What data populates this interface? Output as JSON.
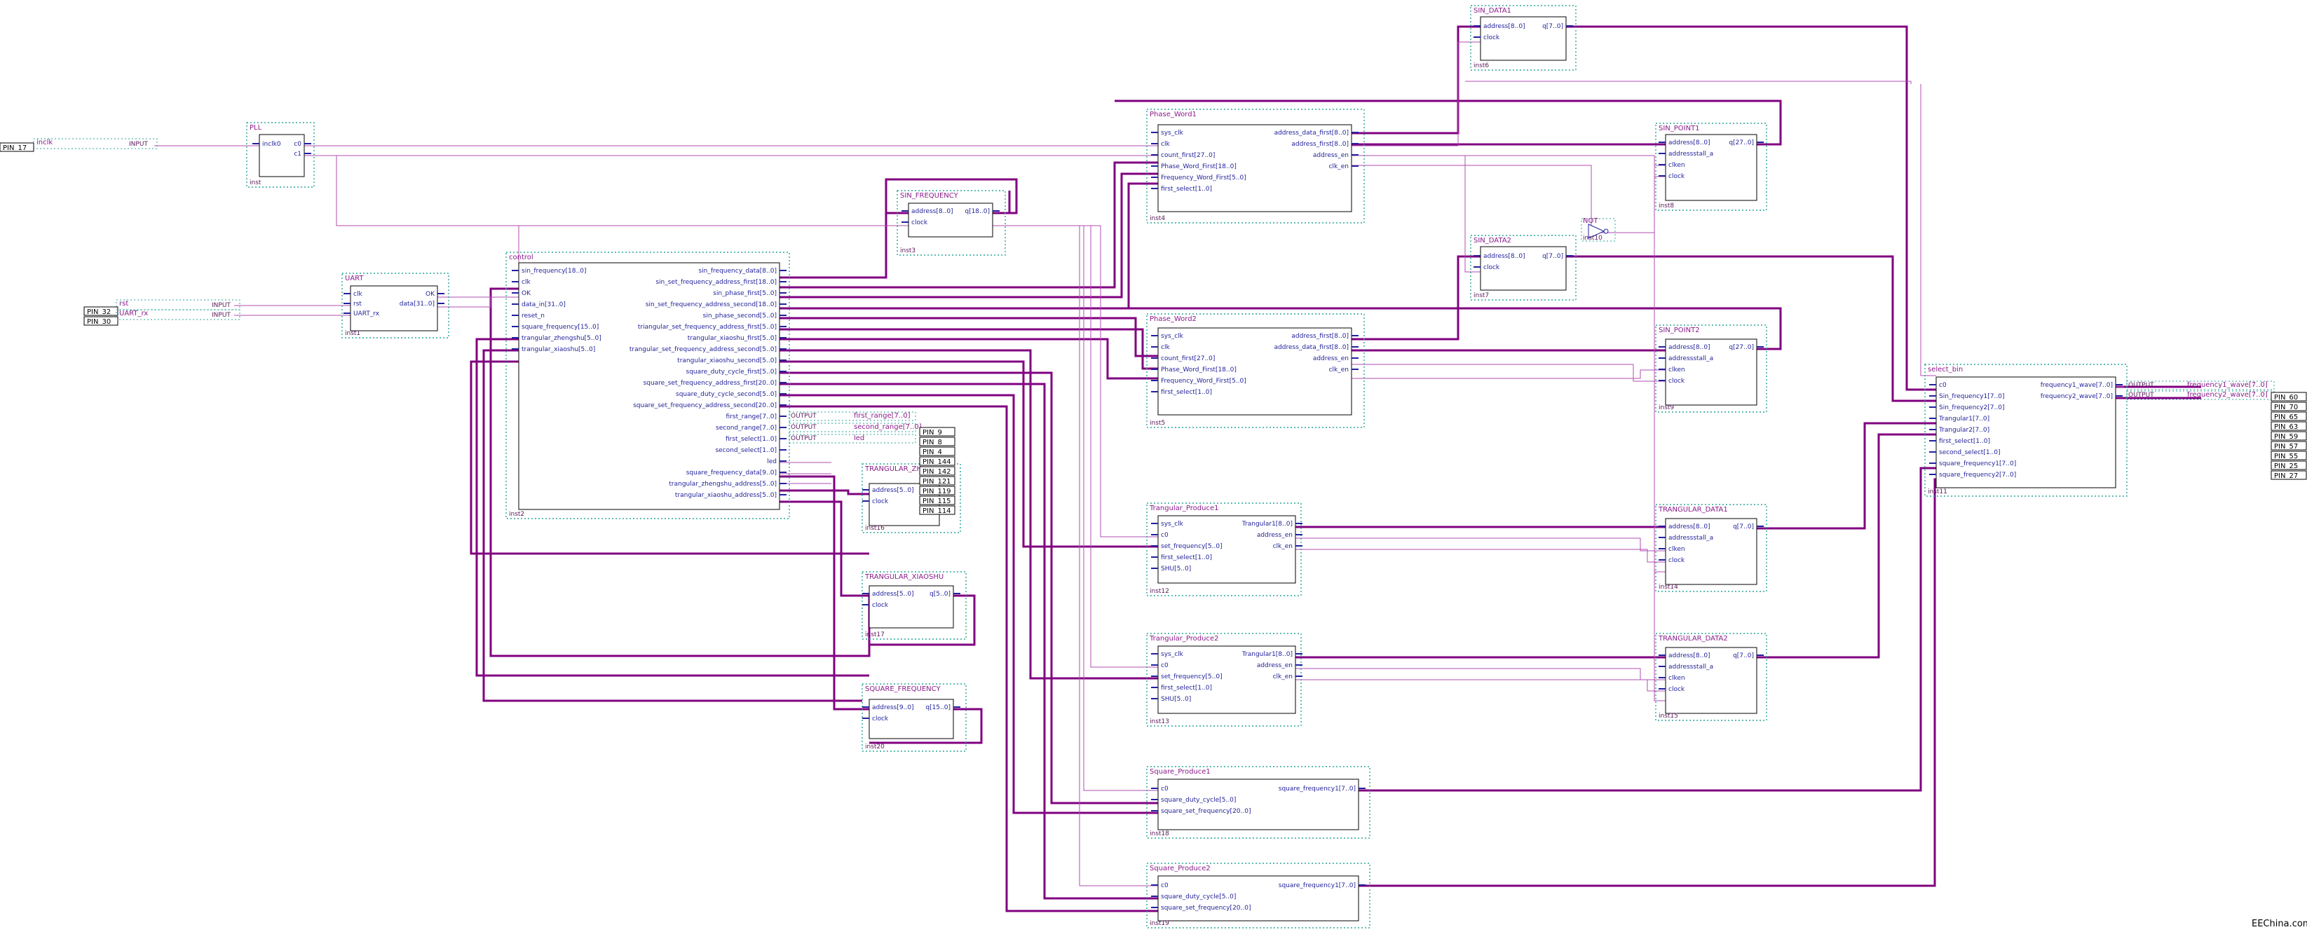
{
  "watermark": "EEChina.com",
  "colors": {
    "bus": "#800080",
    "wire": "#b24db2",
    "box": "#000000",
    "dotted": "#2aa69a",
    "port": "#2020a0"
  },
  "blocks": [
    {
      "id": "pll",
      "title": "PLL",
      "inst": "inst",
      "ports_left": [
        "inclk0"
      ],
      "ports_right": [
        "c0",
        "c1"
      ]
    },
    {
      "id": "uart",
      "title": "UART",
      "inst": "inst1",
      "ports_left": [
        "clk",
        "rst",
        "UART_rx"
      ],
      "ports_right": [
        "OK",
        "data[31..0]"
      ]
    },
    {
      "id": "control",
      "title": "control",
      "inst": "inst2",
      "ports_left": [
        "sin_frequency[18..0]",
        "clk",
        "OK",
        "data_in[31..0]",
        "reset_n",
        "square_frequency[15..0]",
        "trangular_zhengshu[5..0]",
        "trangular_xiaoshu[5..0]"
      ],
      "ports_right": [
        "sin_frequency_data[8..0]",
        "sin_set_frequency_address_first[18..0]",
        "sin_phase_first[5..0]",
        "sin_set_frequency_address_second[18..0]",
        "sin_phase_second[5..0]",
        "triangular_set_frequency_address_first[5..0]",
        "trangular_xiaoshu_first[5..0]",
        "trangular_set_frequency_address_second[5..0]",
        "trangular_xiaoshu_second[5..0]",
        "square_duty_cycle_first[5..0]",
        "square_set_frequency_address_first[20..0]",
        "square_duty_cycle_second[5..0]",
        "square_set_frequency_address_second[20..0]",
        "first_range[7..0]",
        "second_range[7..0]",
        "first_select[1..0]",
        "second_select[1..0]",
        "led",
        "square_frequency_data[9..0]",
        "trangular_zhengshu_address[5..0]",
        "trangular_xiaoshu_address[5..0]"
      ]
    },
    {
      "id": "sinfreq",
      "title": "SIN_FREQUENCY",
      "inst": "inst3",
      "ports_left": [
        "address[8..0]",
        "clock"
      ],
      "ports_right": [
        "q[18..0]"
      ]
    },
    {
      "id": "trizheng",
      "title": "TRANGULAR_ZH",
      "inst": "inst16",
      "ports_left": [
        "address[5..0]",
        "clock"
      ],
      "ports_right": []
    },
    {
      "id": "trixiao",
      "title": "TRANGULAR_XIAOSHU",
      "inst": "inst17",
      "ports_left": [
        "address[5..0]",
        "clock"
      ],
      "ports_right": [
        "q[5..0]"
      ]
    },
    {
      "id": "sqfreq",
      "title": "SQUARE_FREQUENCY",
      "inst": "inst20",
      "ports_left": [
        "address[9..0]",
        "clock"
      ],
      "ports_right": [
        "q[15..0]"
      ]
    },
    {
      "id": "pw1",
      "title": "Phase_Word1",
      "inst": "inst4",
      "ports_left": [
        "sys_clk",
        "clk",
        "count_first[27..0]",
        "Phase_Word_First[18..0]",
        "Frequency_Word_First[5..0]",
        "first_select[1..0]"
      ],
      "ports_right": [
        "address_data_first[8..0]",
        "address_first[8..0]",
        "address_en",
        "clk_en"
      ]
    },
    {
      "id": "pw2",
      "title": "Phase_Word2",
      "inst": "inst5",
      "ports_left": [
        "sys_clk",
        "clk",
        "count_first[27..0]",
        "Phase_Word_First[18..0]",
        "Frequency_Word_First[5..0]",
        "first_select[1..0]"
      ],
      "ports_right": [
        "address_first[8..0]",
        "address_data_first[8..0]",
        "address_en",
        "clk_en"
      ]
    },
    {
      "id": "tp1",
      "title": "Trangular_Produce1",
      "inst": "inst12",
      "ports_left": [
        "sys_clk",
        "c0",
        "set_frequency[5..0]",
        "first_select[1..0]",
        "SHU[5..0]"
      ],
      "ports_right": [
        "Trangular1[8..0]",
        "address_en",
        "clk_en"
      ]
    },
    {
      "id": "tp2",
      "title": "Trangular_Produce2",
      "inst": "inst13",
      "ports_left": [
        "sys_clk",
        "c0",
        "set_frequency[5..0]",
        "first_select[1..0]",
        "SHU[5..0]"
      ],
      "ports_right": [
        "Trangular1[8..0]",
        "address_en",
        "clk_en"
      ]
    },
    {
      "id": "sp1",
      "title": "Square_Produce1",
      "inst": "inst18",
      "ports_left": [
        "c0",
        "square_duty_cycle[5..0]",
        "square_set_frequency[20..0]"
      ],
      "ports_right": [
        "square_frequency1[7..0]"
      ]
    },
    {
      "id": "sp2",
      "title": "Square_Produce2",
      "inst": "inst19",
      "ports_left": [
        "c0",
        "square_duty_cycle[5..0]",
        "square_set_frequency[20..0]"
      ],
      "ports_right": [
        "square_frequency1[7..0]"
      ]
    },
    {
      "id": "sind1",
      "title": "SIN_DATA1",
      "inst": "inst6",
      "ports_left": [
        "address[8..0]",
        "clock"
      ],
      "ports_right": [
        "q[7..0]"
      ]
    },
    {
      "id": "sind2",
      "title": "SIN_DATA2",
      "inst": "inst7",
      "ports_left": [
        "address[8..0]",
        "clock"
      ],
      "ports_right": [
        "q[7..0]"
      ]
    },
    {
      "id": "sinp1",
      "title": "SIN_POINT1",
      "inst": "inst8",
      "ports_left": [
        "address[8..0]",
        "addressstall_a",
        "clken",
        "clock"
      ],
      "ports_right": [
        "q[27..0]"
      ]
    },
    {
      "id": "sinp2",
      "title": "SIN_POINT2",
      "inst": "inst9",
      "ports_left": [
        "address[8..0]",
        "addressstall_a",
        "clken",
        "clock"
      ],
      "ports_right": [
        "q[27..0]"
      ]
    },
    {
      "id": "trid1",
      "title": "TRANGULAR_DATA1",
      "inst": "inst14",
      "ports_left": [
        "address[8..0]",
        "addressstall_a",
        "clken",
        "clock"
      ],
      "ports_right": [
        "q[7..0]"
      ]
    },
    {
      "id": "trid2",
      "title": "TRANGULAR_DATA2",
      "inst": "inst15",
      "ports_left": [
        "address[8..0]",
        "addressstall_a",
        "clken",
        "clock"
      ],
      "ports_right": [
        "q[7..0]"
      ]
    },
    {
      "id": "sel",
      "title": "select_bin",
      "inst": "inst11",
      "ports_left": [
        "c0",
        "Sin_frequency1[7..0]",
        "Sin_frequency2[7..0]",
        "Trangular1[7..0]",
        "Trangular2[7..0]",
        "first_select[1..0]",
        "second_select[1..0]",
        "square_frequency1[7..0]",
        "square_frequency2[7..0]"
      ],
      "ports_right": [
        "frequency1_wave[7..0]",
        "frequency2_wave[7..0]"
      ]
    }
  ],
  "not_gate": {
    "title": "NOT",
    "inst": "inst10"
  },
  "inputs": [
    {
      "name": "inclk",
      "type": "INPUT",
      "pin": "PIN_17"
    },
    {
      "name": "rst",
      "type": "INPUT",
      "pin": "PIN_32"
    },
    {
      "name": "UART_rx",
      "type": "INPUT",
      "pin": "PIN_30"
    }
  ],
  "mid_outputs": [
    {
      "name": "first_range[7..0]",
      "type": "OUTPUT"
    },
    {
      "name": "second_range[7..0]",
      "type": "OUTPUT"
    },
    {
      "name": "led",
      "type": "OUTPUT"
    }
  ],
  "mid_pins": [
    "PIN_9",
    "PIN_8",
    "PIN_4",
    "PIN_144",
    "PIN_142",
    "PIN_121",
    "PIN_119",
    "PIN_115",
    "PIN_114"
  ],
  "outputs": [
    {
      "name": "frequency1_wave[7..0]",
      "type": "OUTPUT"
    },
    {
      "name": "frequency2_wave[7..0]",
      "type": "OUTPUT"
    }
  ],
  "right_pins": [
    "PIN_60",
    "PIN_70",
    "PIN_65",
    "PIN_63",
    "PIN_59",
    "PIN_57",
    "PIN_55",
    "PIN_25",
    "PIN_27"
  ]
}
